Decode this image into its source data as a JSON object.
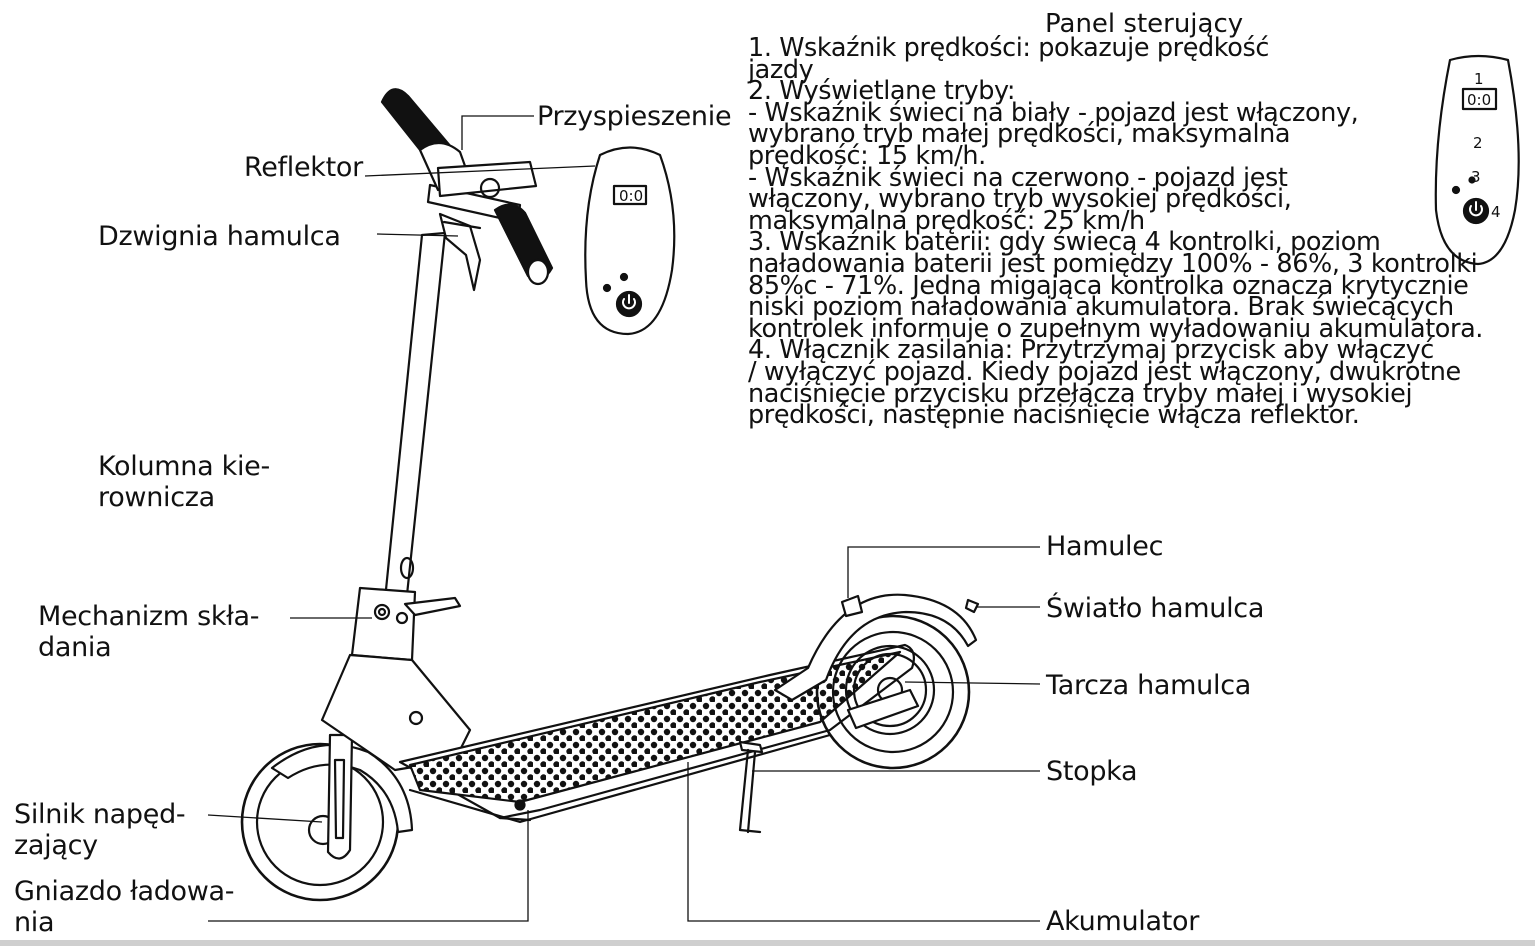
{
  "labels": {
    "przyspieszenie": "Przyspieszenie",
    "reflektor": "Reflektor",
    "dzwignia_hamulca": "Dzwignia hamulca",
    "kolumna_kierownicza": "Kolumna kie-\nrownicza",
    "mechanizm_skladania": "Mechanizm skła-\ndania",
    "silnik": "Silnik napęd-\nzający",
    "gniazdo_ladowania": "Gniazdo ładowa-\nnia",
    "hamulec": "Hamulec",
    "swiatlo_hamulca": "Światło hamulca",
    "tarcza_hamulca": "Tarcza hamulca",
    "stopka": "Stopka",
    "akumulator": "Akumulator"
  },
  "panel": {
    "title": "Panel sterujący",
    "description_lines": [
      "1. Wskaźnik prędkości: pokazuje prędkość",
      "jazdy",
      "2. Wyświetlane tryby:",
      "-  Wskaźnik świeci na biały - pojazd jest włączony,",
      "wybrano tryb małej prędkości, maksymalna",
      "prędkość: 15 km/h.",
      "- Wskaźnik świeci na czerwono - pojazd jest",
      "włączony, wybrano tryb wysokiej prędkości,",
      "maksymalna prędkość: 25 km/h",
      "3. Wskaźnik baterii: gdy świecą 4 kontrolki, poziom",
      "naładowania baterii jest pomiędzy 100% - 86%, 3 kontrolki",
      "85%c - 71%. Jedna migająca kontrolka oznacza krytycznie",
      "niski poziom naładowania akumulatora. Brak świecących",
      "kontrolek informuje o zupełnym wyładowaniu akumulatora.",
      "4. Włącznik zasilania: Przytrzymaj przycisk aby włączyć",
      "/ wyłączyć pojazd. Kiedy pojazd jest włączony, dwukrotne",
      "naciśnięcie przycisku przełącza tryby małej i wysokiej",
      "prędkości, następnie naciśnięcie włącza reflektor."
    ],
    "display_reading": "0:0",
    "callout_numbers": [
      "1",
      "2",
      "3",
      "4"
    ]
  }
}
